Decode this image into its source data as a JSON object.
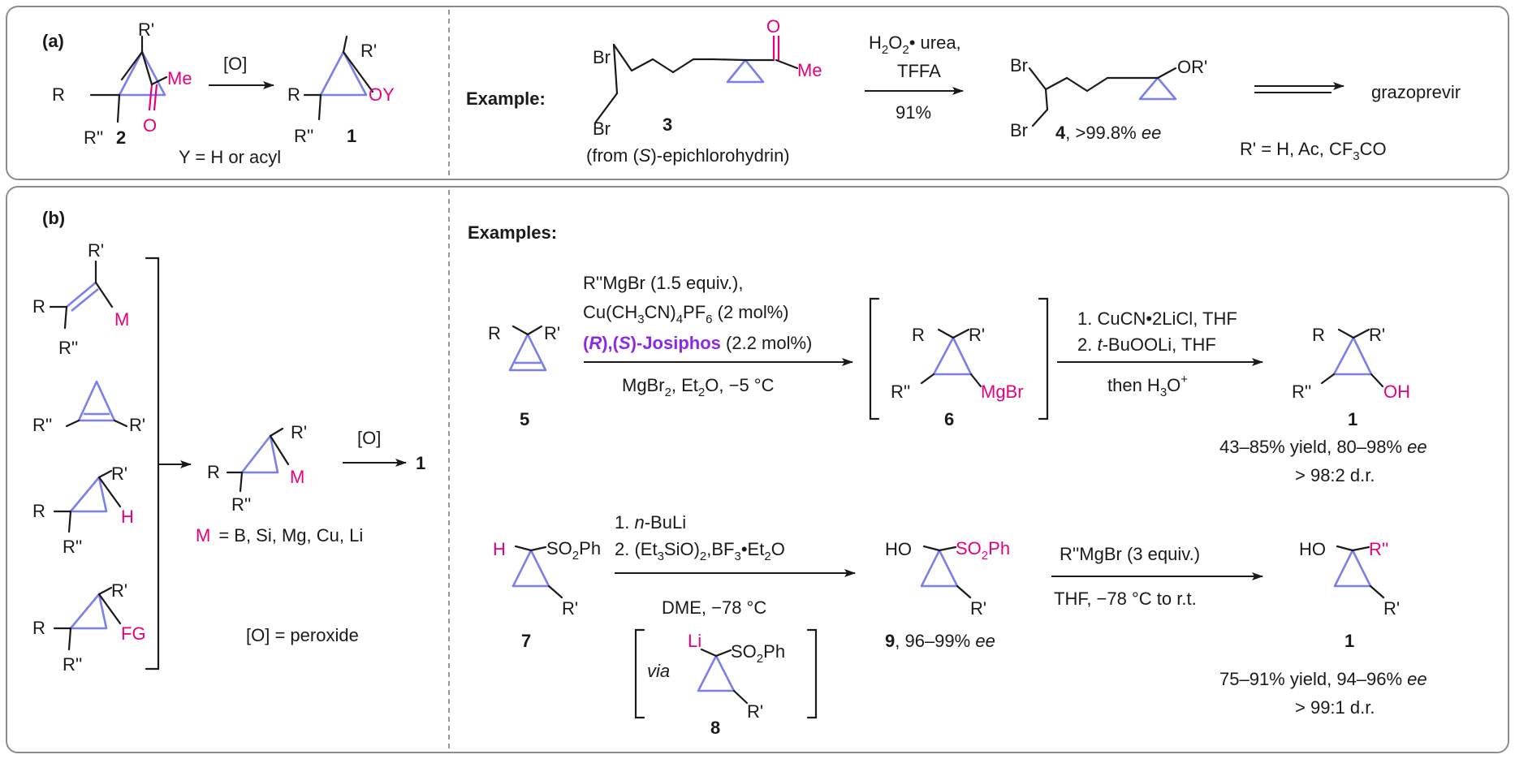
{
  "panel_a": {
    "label": "(a)",
    "reactant": {
      "r": "R",
      "r1": "R'",
      "r2": "R''",
      "me": "Me",
      "o": "O",
      "number": "2"
    },
    "arrow_reagent": "[O]",
    "product": {
      "r": "R",
      "r1": "R'",
      "r2": "R''",
      "oy": "OY",
      "number": "1"
    },
    "note": "Y = H or acyl",
    "example_label": "Example:",
    "sm": {
      "br_top": "Br",
      "br_bottom": "Br",
      "me": "Me",
      "o": "O",
      "number": "3",
      "source_pre": "(from (",
      "source_s": "S",
      "source_post": ")-epichlorohydrin)"
    },
    "conditions": {
      "line1_pre": "H",
      "line1_sub1": "2",
      "line1_mid": "O",
      "line1_sub2": "2",
      "line1_post": "• urea,",
      "line2": "TFFA",
      "yield": "91%"
    },
    "product_ex": {
      "br_top": "Br",
      "br_bottom": "Br",
      "or": "OR'",
      "number": "4",
      "ee_pre": ", >99.8% ",
      "ee": "ee"
    },
    "target": "grazoprevir",
    "r_def_pre": "R' = H, Ac, CF",
    "r_def_sub": "3",
    "r_def_post": "CO"
  },
  "panel_b": {
    "label": "(b)",
    "left": {
      "vinyl": {
        "r": "R",
        "r1": "R'",
        "r2": "R''",
        "m": "M"
      },
      "cyclopropene": {
        "r1": "R'",
        "r2": "R''"
      },
      "ch": {
        "r": "R",
        "r1": "R'",
        "r2": "R''",
        "h": "H"
      },
      "fg": {
        "r": "R",
        "r1": "R'",
        "r2": "R''",
        "fg": "FG"
      },
      "intermediate": {
        "r": "R",
        "r1": "R'",
        "r2": "R''",
        "m": "M"
      },
      "arrow_reagent": "[O]",
      "product_number": "1",
      "m_def_m": "M",
      "m_def_rest": "= B, Si, Mg, Cu, Li",
      "o_def": "[O] = peroxide"
    },
    "examples_label": "Examples:",
    "row1": {
      "sm": {
        "r": "R",
        "r1": "R'",
        "number": "5"
      },
      "cond1": "R''MgBr (1.5 equiv.),",
      "cond2_pre": "Cu(CH",
      "cond2_s1": "3",
      "cond2_mid": "CN)",
      "cond2_s2": "4",
      "cond2_mid2": "PF",
      "cond2_s3": "6",
      "cond2_post": " (2 mol%)",
      "cond3_a": "(",
      "cond3_r": "R",
      "cond3_b": "),(",
      "cond3_s": "S",
      "cond3_c": ")-Josiphos",
      "cond3_post": " (2.2 mol%)",
      "cond4_pre": "MgBr",
      "cond4_s1": "2",
      "cond4_mid": ", Et",
      "cond4_s2": "2",
      "cond4_post": "O, −5 °C",
      "int": {
        "r": "R",
        "r1": "R'",
        "r2": "R''",
        "mgbr": "MgBr",
        "number": "6"
      },
      "cond5": "1. CuCN•2LiCl, THF",
      "cond6_pre": "2. ",
      "cond6_t": "t",
      "cond6_post": "-BuOOLi, THF",
      "cond7_pre": "then H",
      "cond7_sub": "3",
      "cond7_post": "O",
      "cond7_sup": "+",
      "prod": {
        "r": "R",
        "r1": "R'",
        "r2": "R''",
        "oh": "OH",
        "number": "1"
      },
      "yield_pre": "43–85% yield, 80–98% ",
      "yield_ee": "ee",
      "dr": "> 98:2 d.r."
    },
    "row2": {
      "sm": {
        "h": "H",
        "so2ph_pre": "SO",
        "so2ph_sub": "2",
        "so2ph_post": "Ph",
        "r1": "R'",
        "number": "7"
      },
      "cond1_pre": "1. ",
      "cond1_n": "n",
      "cond1_post": "-BuLi",
      "cond2_pre": "2. (Et",
      "cond2_s1": "3",
      "cond2_mid": "SiO)",
      "cond2_s2": "2",
      "cond2_mid2": ",BF",
      "cond2_s3": "3",
      "cond2_post": "•Et",
      "cond2_s4": "2",
      "cond2_end": "O",
      "cond3": "DME, −78 °C",
      "via": "via",
      "via_int": {
        "li": "Li",
        "so2ph_pre": "SO",
        "so2ph_sub": "2",
        "so2ph_post": "Ph",
        "r1": "R'",
        "number": "8"
      },
      "int": {
        "ho": "HO",
        "so2ph_pre": "SO",
        "so2ph_sub": "2",
        "so2ph_post": "Ph",
        "r1": "R'",
        "number": "9",
        "ee_pre": ", 96–99% ",
        "ee": "ee"
      },
      "cond4": "R''MgBr (3 equiv.)",
      "cond5": "THF, −78 °C to r.t.",
      "prod": {
        "ho": "HO",
        "r2": "R''",
        "r1": "R'",
        "number": "1"
      },
      "yield_pre": "75–91% yield, 94–96% ",
      "yield_ee": "ee",
      "dr": "> 99:1 d.r."
    }
  }
}
